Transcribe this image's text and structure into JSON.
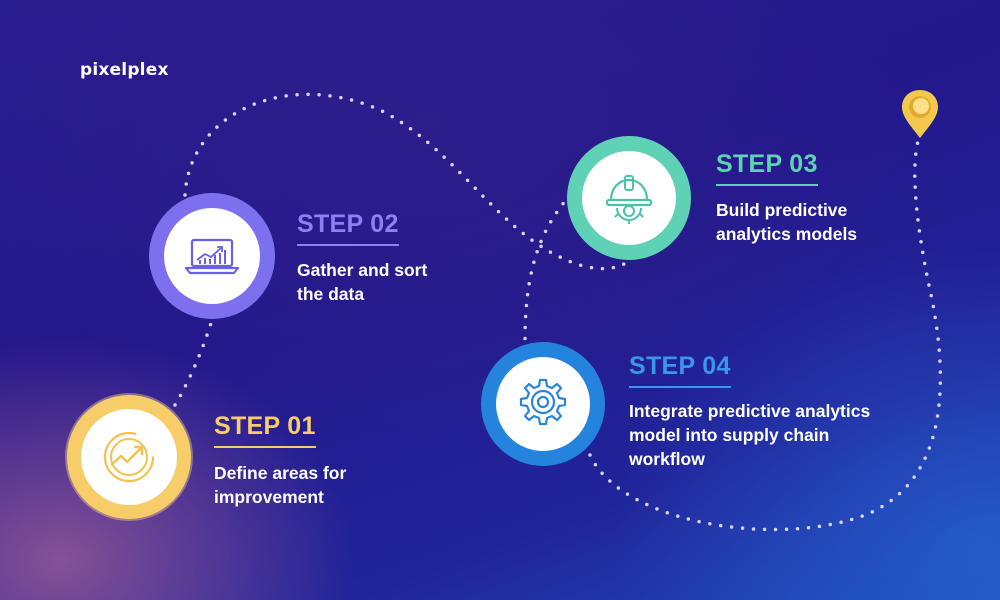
{
  "logo": "pixelplex",
  "colors": {
    "step01": "#f7cd6a",
    "step02": "#7d70ee",
    "step03": "#5fd1b4",
    "step04": "#2483dc",
    "path_dots": "#d7d3f5",
    "pin": "#f2c94c"
  },
  "steps": [
    {
      "id": "step01",
      "title": "STEP 01",
      "lines": [
        "Define areas for",
        "improvement"
      ],
      "icon": "trend-arrow-icon"
    },
    {
      "id": "step02",
      "title": "STEP 02",
      "lines": [
        "Gather and sort",
        "the data"
      ],
      "icon": "laptop-chart-icon"
    },
    {
      "id": "step03",
      "title": "STEP 03",
      "lines": [
        "Build predictive",
        "analytics models"
      ],
      "icon": "hard-hat-gear-icon"
    },
    {
      "id": "step04",
      "title": "STEP 04",
      "lines": [
        "Integrate predictive analytics",
        "model into supply chain",
        "workflow"
      ],
      "icon": "gear-icon"
    }
  ]
}
